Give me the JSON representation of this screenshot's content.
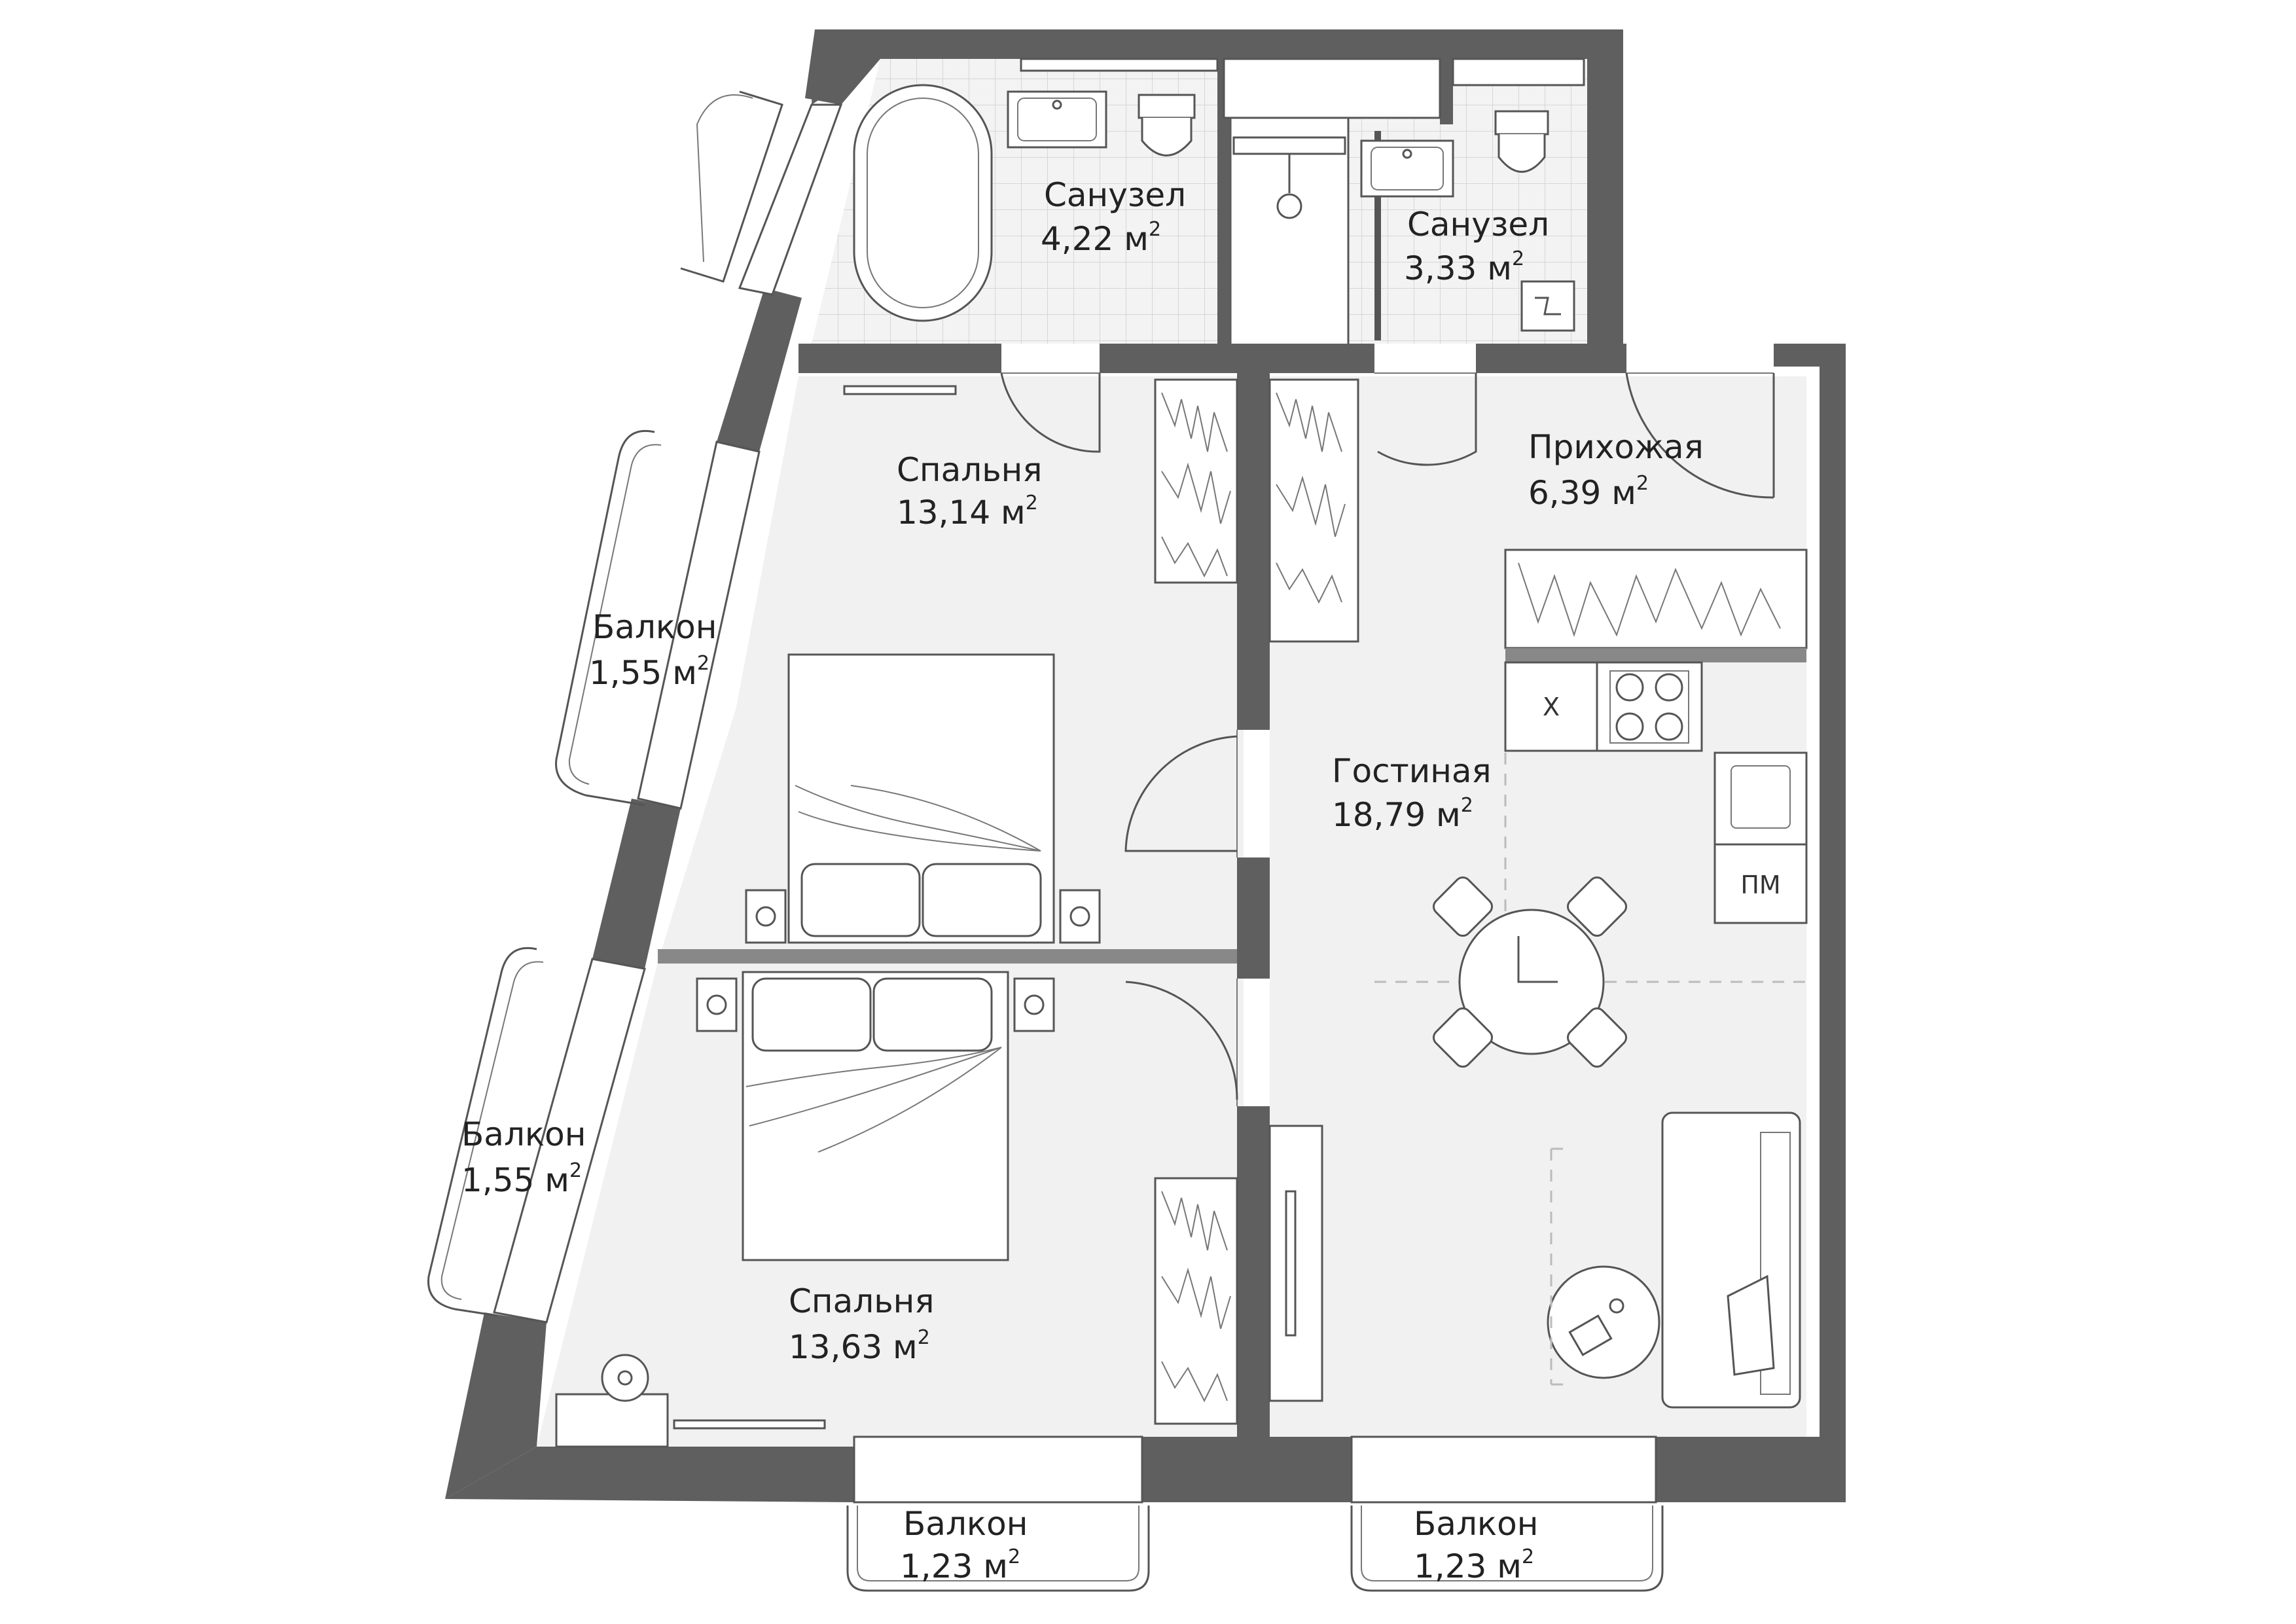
{
  "plan": {
    "unit_superscript": "2",
    "rooms": [
      {
        "id": "bath1",
        "name": "Санузел",
        "area": "4,22 м"
      },
      {
        "id": "bath2",
        "name": "Санузел",
        "area": "3,33 м"
      },
      {
        "id": "bedroom1",
        "name": "Спальня",
        "area": "13,14 м"
      },
      {
        "id": "hall",
        "name": "Прихожая",
        "area": "6,39 м"
      },
      {
        "id": "living",
        "name": "Гостиная",
        "area": "18,79 м"
      },
      {
        "id": "bedroom2",
        "name": "Спальня",
        "area": "13,63 м"
      },
      {
        "id": "balcony1",
        "name": "Балкон",
        "area": "1,55 м"
      },
      {
        "id": "balcony2",
        "name": "Балкон",
        "area": "1,55 м"
      },
      {
        "id": "balcony3",
        "name": "Балкон",
        "area": "1,23 м"
      },
      {
        "id": "balcony4",
        "name": "Балкон",
        "area": "1,23 м"
      }
    ],
    "appliance_labels": {
      "hood": "X",
      "dishwasher": "ПМ"
    }
  }
}
